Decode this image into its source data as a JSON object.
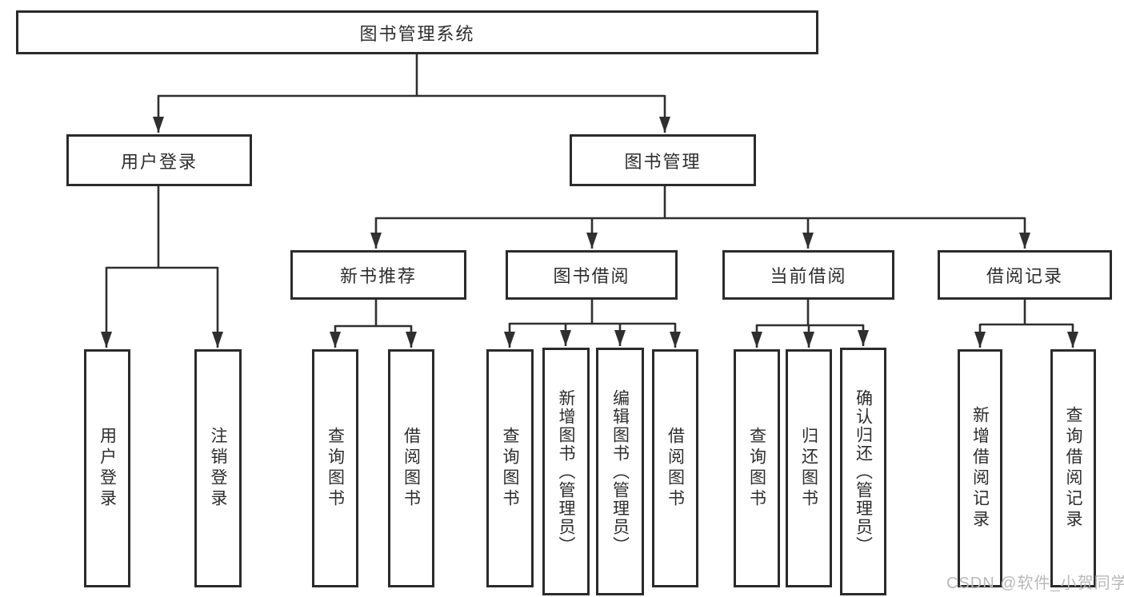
{
  "tree": {
    "root": {
      "label": "图书管理系统",
      "children": [
        {
          "label": "用户登录",
          "children": [
            {
              "label": "用户登录"
            },
            {
              "label": "注销登录"
            }
          ]
        },
        {
          "label": "图书管理",
          "children": [
            {
              "label": "新书推荐",
              "children": [
                {
                  "label": "查询图书"
                },
                {
                  "label": "借阅图书"
                }
              ]
            },
            {
              "label": "图书借阅",
              "children": [
                {
                  "label": "查询图书"
                },
                {
                  "label": "新增图书（管理员）"
                },
                {
                  "label": "编辑图书（管理员）"
                },
                {
                  "label": "借阅图书"
                }
              ]
            },
            {
              "label": "当前借阅",
              "children": [
                {
                  "label": "查询图书"
                },
                {
                  "label": "归还图书"
                },
                {
                  "label": "确认归还（管理员）"
                }
              ]
            },
            {
              "label": "借阅记录",
              "children": [
                {
                  "label": "新增借阅记录"
                },
                {
                  "label": "查询借阅记录"
                }
              ]
            }
          ]
        }
      ]
    }
  },
  "watermark": {
    "text": "CSDN @软件_小贺同学"
  },
  "colors": {
    "line": "#2f2f2f",
    "box_border": "#2b2b2b",
    "text": "#2d2d2d",
    "watermark": "#b9b9b9",
    "background": "#ffffff"
  }
}
